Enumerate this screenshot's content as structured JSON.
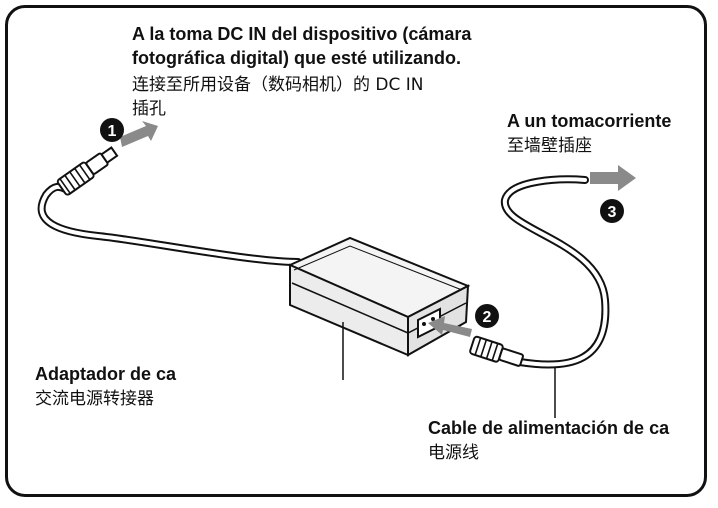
{
  "callouts": {
    "dc_in": {
      "es_line1": "A la toma DC IN del dispositivo (cámara",
      "es_line2": "fotográfica digital) que esté utilizando.",
      "zh_line1": "连接至所用设备（数码相机）的 DC IN",
      "zh_line2": "插孔"
    },
    "wall_outlet": {
      "es": "A un tomacorriente",
      "zh": "至墙壁插座"
    },
    "adapter": {
      "es": "Adaptador de ca",
      "zh": "交流电源转接器"
    },
    "power_cord": {
      "es": "Cable de alimentación de ca",
      "zh": "电源线"
    }
  },
  "steps": [
    "1",
    "2",
    "3"
  ],
  "colors": {
    "outline": "#111111",
    "arrow": "#8a8a8a",
    "badge": "#111111",
    "adapter_top": "#f4f4f4",
    "adapter_side": "#e2e2e2"
  }
}
